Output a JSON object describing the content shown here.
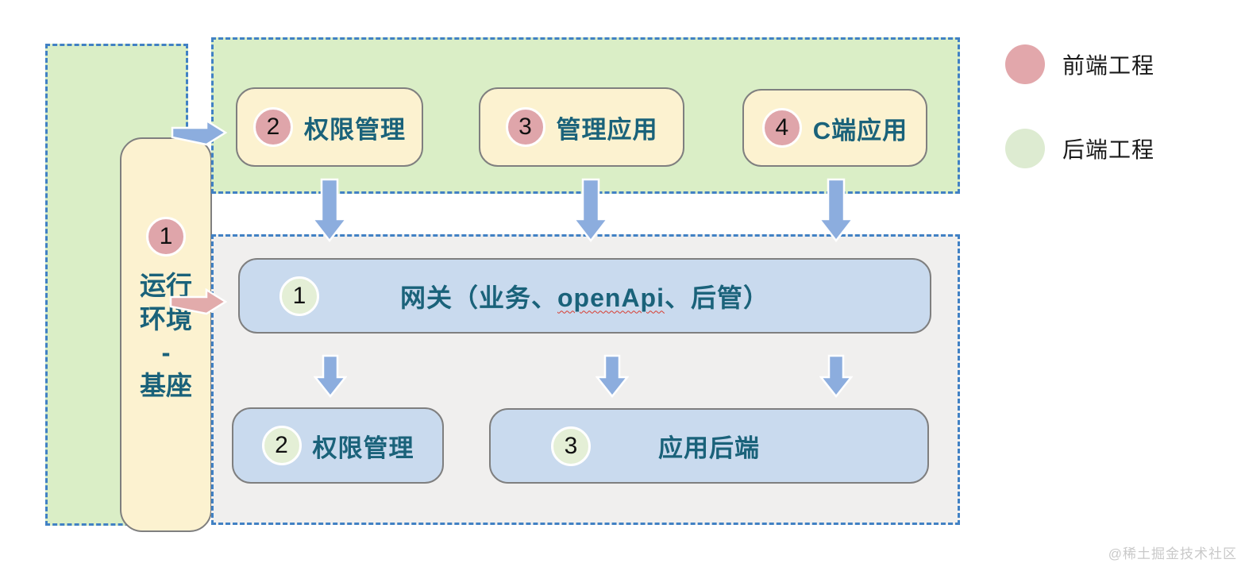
{
  "base": {
    "number": "1",
    "lines": [
      "运行",
      "环境",
      "-",
      "基座"
    ]
  },
  "frontend_group": {
    "boxes": [
      {
        "number": "2",
        "label": "权限管理"
      },
      {
        "number": "3",
        "label": "管理应用"
      },
      {
        "number": "4",
        "label": "C端应用"
      }
    ]
  },
  "backend_group": {
    "gateway": {
      "number": "1",
      "label_prefix": "网关（业务、",
      "label_api": "openApi",
      "label_suffix": "、后管）"
    },
    "boxes": [
      {
        "number": "2",
        "label": "权限管理"
      },
      {
        "number": "3",
        "label": "应用后端"
      }
    ]
  },
  "legend": {
    "items": [
      {
        "label": "前端工程",
        "color": "#e2a7ab"
      },
      {
        "label": "后端工程",
        "color": "#ddebd1"
      }
    ]
  },
  "watermark": "@稀土掘金技术社区",
  "colors": {
    "group_green_bg": "#daeec6",
    "group_gray_bg": "#f0efee",
    "dashed_border": "#4181c4",
    "yellow_box": "#fcf2d0",
    "blue_box": "#c9daee",
    "box_border": "#7f7f7f",
    "pink_badge": "#dfa5aa",
    "green_badge": "#e4efd6",
    "teal_text": "#1a627a",
    "arrow_blue": "#8cadde",
    "arrow_pink": "#e2abab",
    "spellcheck_red": "#d83b2f"
  }
}
